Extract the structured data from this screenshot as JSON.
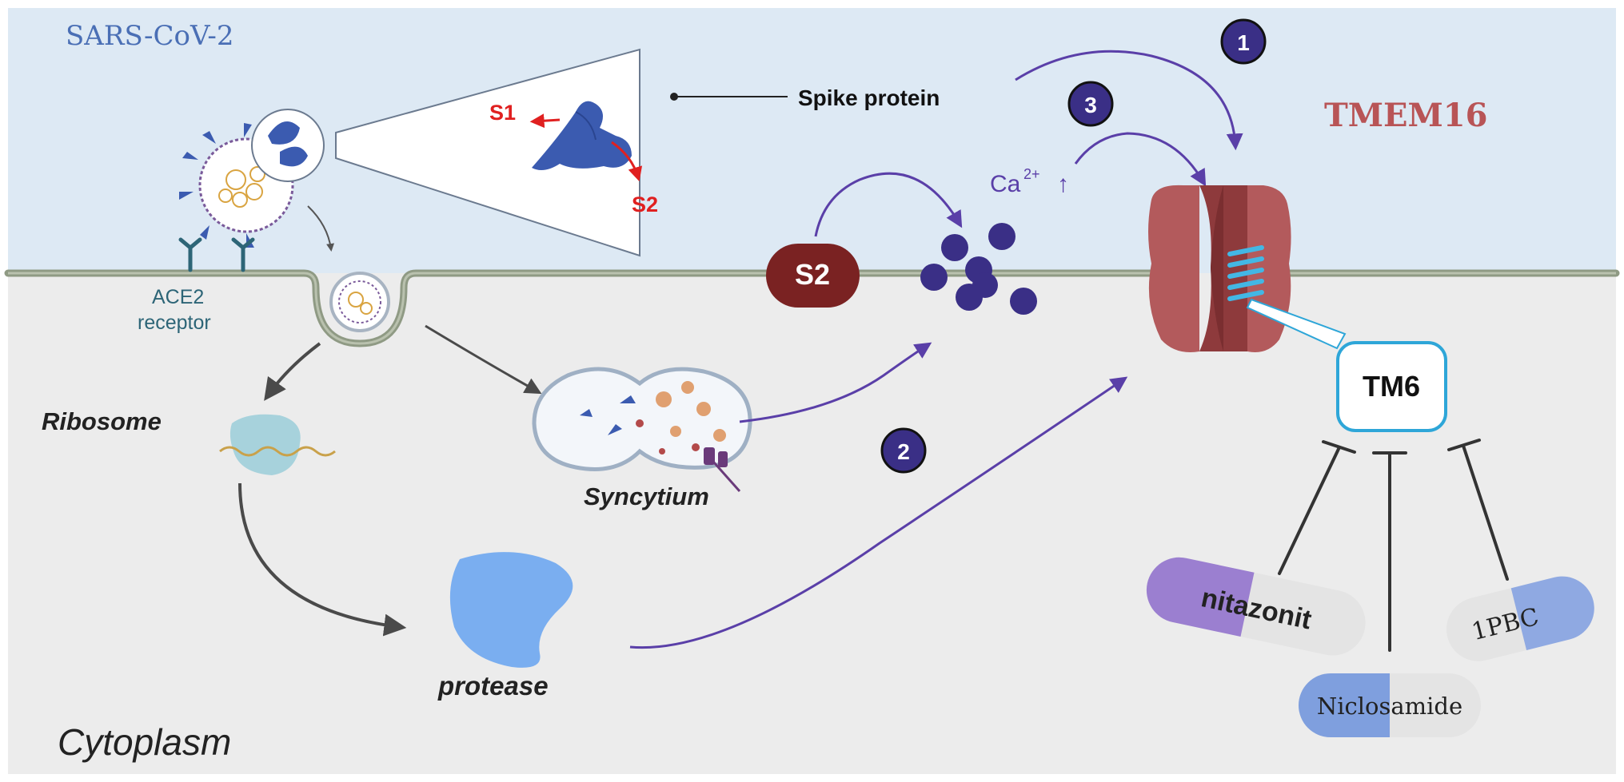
{
  "labels": {
    "virus": "SARS-CoV-2",
    "spike_protein": "Spike protein",
    "s1": "S1",
    "s2_small": "S2",
    "s2_badge": "S2",
    "calcium_base": "Ca",
    "calcium_sup": "2+",
    "calcium_arrow": "↑",
    "tmem16": "TMEM16",
    "tm6": "TM6",
    "ace2_line1": "ACE2",
    "ace2_line2": "receptor",
    "ribosome": "Ribosome",
    "syncytium": "Syncytium",
    "protease": "protease",
    "cytoplasm": "Cytoplasm"
  },
  "steps": [
    "1",
    "2",
    "3"
  ],
  "drugs": {
    "nitazoxanide": "nitazonit",
    "niclosamide": "Niclosamide",
    "onepbc": "1PBC"
  },
  "colors": {
    "extracellular": "#dde9f4",
    "cytoplasm": "#ececec",
    "membrane": "#8f9a84",
    "virus_title": "#4a6fb5",
    "tmem16_text": "#b85456",
    "tmem16_body": "#b35a5c",
    "arrow_purple": "#5a3fa8",
    "step_circle": "#3a2f86",
    "s1_s2_red": "#e02020",
    "spike_blue": "#3b5bb0",
    "s2_badge": "#7a2222",
    "tm6_border": "#2ea6d8",
    "dark_gray_arrow": "#4a4a4a",
    "protease_blue": "#7aaef0",
    "ribosome_teal": "#a7d2dc",
    "ace2_teal": "#2d6577",
    "nitazonit_purple": "#9b7fd0",
    "niclosamide_blue": "#7f9fde",
    "onepbc_blue": "#8fa9e2"
  }
}
